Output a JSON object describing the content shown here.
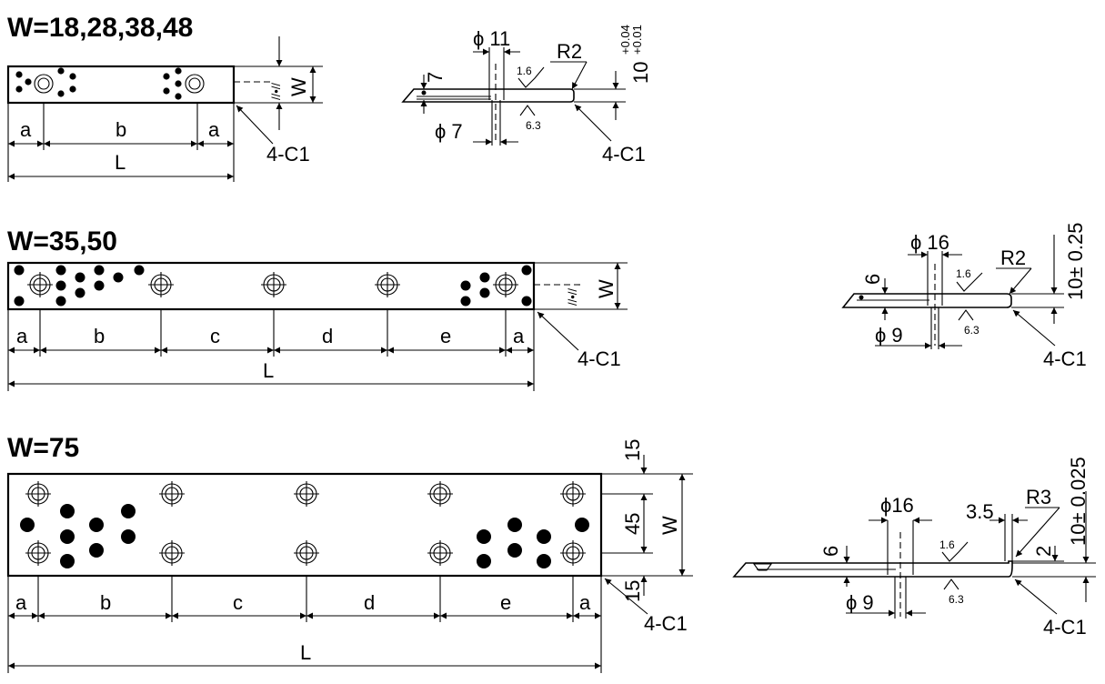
{
  "views": [
    {
      "title": "W=18,28,38,48",
      "plan": {
        "segments": [
          "a",
          "b",
          "a"
        ],
        "overall": "L",
        "width": "W",
        "chamfer": "4-C1"
      },
      "section": {
        "bore": "ϕ 11",
        "pin": "ϕ 7",
        "depth": "7",
        "radius": "R2",
        "chamfer": "4-C1",
        "thickness": "10",
        "tol_upper": "+0.04",
        "tol_lower": "+0.01",
        "roughness_top": "1.6",
        "roughness_bottom": "6.3"
      }
    },
    {
      "title": "W=35,50",
      "plan": {
        "segments": [
          "a",
          "b",
          "c",
          "d",
          "e",
          "a"
        ],
        "overall": "L",
        "width": "W",
        "chamfer": "4-C1"
      },
      "section": {
        "bore": "ϕ 16",
        "pin": "ϕ 9",
        "depth": "6",
        "radius": "R2",
        "chamfer": "4-C1",
        "thickness": "10± 0.25",
        "roughness_top": "1.6",
        "roughness_bottom": "6.3"
      }
    },
    {
      "title": "W=75",
      "plan": {
        "segments": [
          "a",
          "b",
          "c",
          "d",
          "e",
          "a"
        ],
        "overall": "L",
        "width": "W",
        "pitch": "45",
        "edge_top": "15",
        "edge_bottom": "15",
        "chamfer": "4-C1"
      },
      "section": {
        "bore": "ϕ16",
        "pin": "ϕ 9",
        "depth": "6",
        "step": "3.5",
        "step_h": "2",
        "radius": "R3",
        "chamfer": "4-C1",
        "thickness": "10± 0.025",
        "roughness_top": "1.6",
        "roughness_bottom": "6.3"
      }
    }
  ]
}
